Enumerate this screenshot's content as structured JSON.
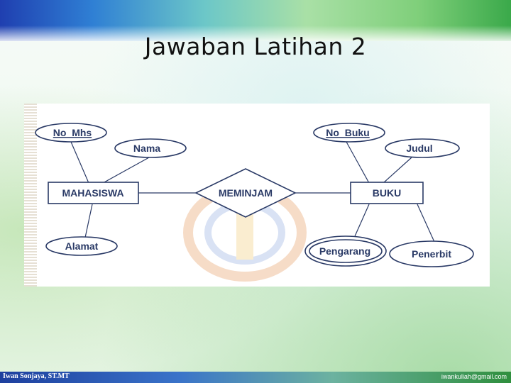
{
  "slide": {
    "title": "Jawaban Latihan 2",
    "footer_author": "Iwan Sonjaya, ST.MT",
    "footer_email": "iwankuliah@gmail.com"
  },
  "diagram": {
    "entities": [
      "MAHASISWA",
      "BUKU"
    ],
    "relationships": [
      "MEMINJAM"
    ],
    "attributes": {
      "mahasiswa": [
        "No_Mhs",
        "Nama",
        "Alamat"
      ],
      "buku": [
        "No_Buku",
        "Judul",
        "Pengarang",
        "Penerbit"
      ]
    },
    "key_attributes": [
      "No_Mhs",
      "No_Buku"
    ],
    "multivalued_attributes": [
      "Pengarang"
    ]
  },
  "colors": {
    "line": "#2a3a66",
    "text": "#2a3a66",
    "shape_fill": "#ffffff"
  }
}
